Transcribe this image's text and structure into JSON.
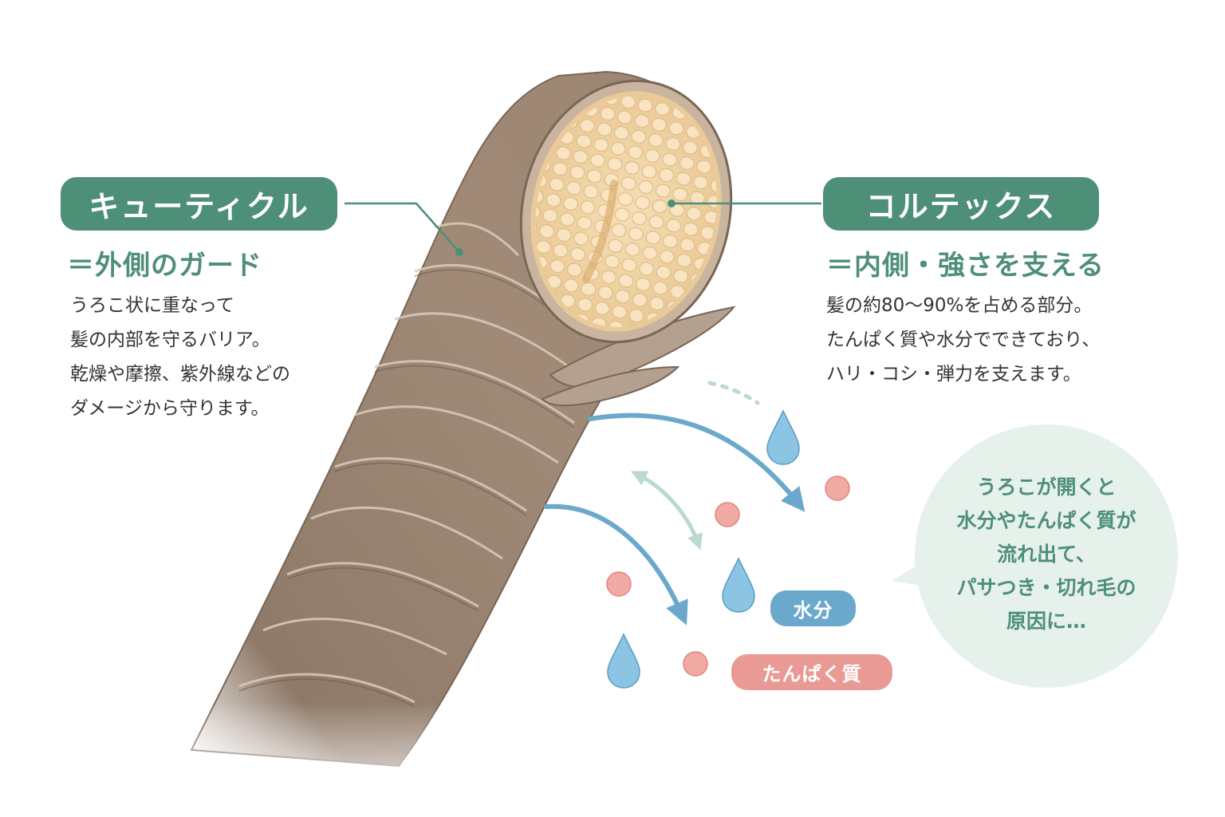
{
  "cuticle": {
    "title": "キューティクル",
    "subtitle": "＝外側のガード",
    "lines": [
      "うろこ状に重なって",
      "髪の内部を守るバリア。",
      "乾燥や摩擦、紫外線などの",
      "ダメージから守ります。"
    ]
  },
  "cortex": {
    "title": "コルテックス",
    "subtitle": "＝内側・強さを支える",
    "lines": [
      "髪の約80〜90%を占める部分。",
      "たんぱく質や水分でできており、",
      "ハリ・コシ・弾力を支えます。"
    ]
  },
  "tags": {
    "water": "水分",
    "protein": "たんぱく質"
  },
  "bubble": {
    "lines": [
      "うろこが開くと",
      "水分やたんぱく質が",
      "流れ出て、",
      "パサつき・切れ毛の",
      "原因に…"
    ]
  },
  "colors": {
    "accent_green": "#4e8f78",
    "water_blue": "#6ba9cc",
    "protein_pink": "#e99a94",
    "hair_brown": "#9a8573",
    "cortex_beige": "#f2d7a8",
    "bubble_bg": "#e6f1ec"
  }
}
